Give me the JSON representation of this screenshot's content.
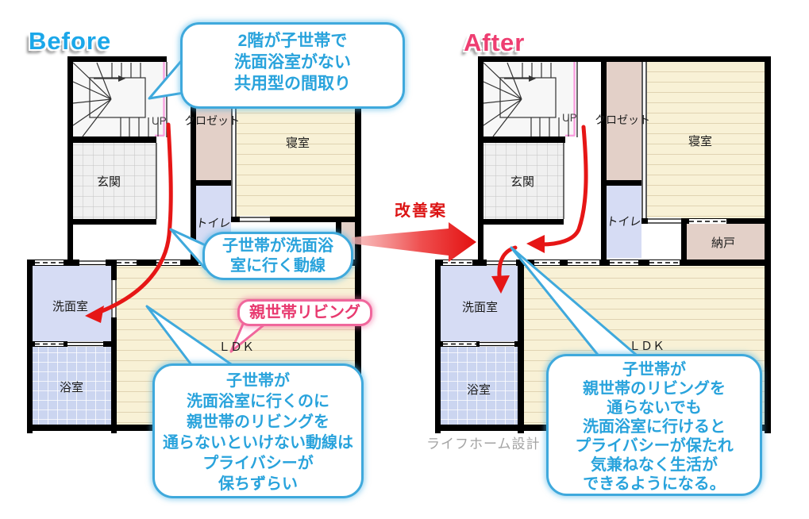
{
  "titles": {
    "before": "Before",
    "after": "After"
  },
  "annotations": {
    "improvement": "改善案",
    "watermark": "ライフホーム設計",
    "bubble_top": "2階が子世帯で\n洗面浴室がない\n共用型の間取り",
    "bubble_flow": "子世帯が洗面浴\n室に行く動線",
    "bubble_parent_living": "親世帯リビング",
    "bubble_before_note": "子世帯が\n洗面浴室に行くのに\n親世帯のリビングを\n通らないといけない動線は\nプライバシーが\n保ちずらい",
    "bubble_after_note": "子世帯が\n親世帯のリビングを\n通らないでも\n洗面浴室に行けると\nプライバシーが保たれ\n気兼ねなく生活が\nできるようになる。"
  },
  "rooms": {
    "before": {
      "up": "UP",
      "closet": "クロゼット",
      "bedroom": "寝室",
      "genkan": "玄関",
      "toilet": "トイレ",
      "washroom": "洗面室",
      "bathroom": "浴室",
      "ldk": "ＬＤＫ"
    },
    "after": {
      "up": "UP",
      "closet": "クロゼット",
      "bedroom": "寝室",
      "genkan": "玄関",
      "toilet": "トイレ",
      "storage": "納戸",
      "washroom": "洗面室",
      "bathroom": "浴室",
      "ldk": "ＬＤＫ"
    }
  },
  "colors": {
    "accent_blue": "#29a3dc",
    "accent_pink": "#e8396f",
    "arrow_red": "#e61616",
    "wall_black": "#000000",
    "bedroom_cream": "#f8f1d6",
    "stripe_tan": "#e0d3b2",
    "closet_tan": "#e3d0c8",
    "water_blue": "#d6dcf4",
    "bath_blue": "#cbd5f0",
    "genkan_gray": "#f0f0f0",
    "stair_pink": "#fa9bdf",
    "watermark_gray": "#a3a3a3",
    "title_before": "#1ba7e9",
    "title_after": "#ee3e71"
  }
}
